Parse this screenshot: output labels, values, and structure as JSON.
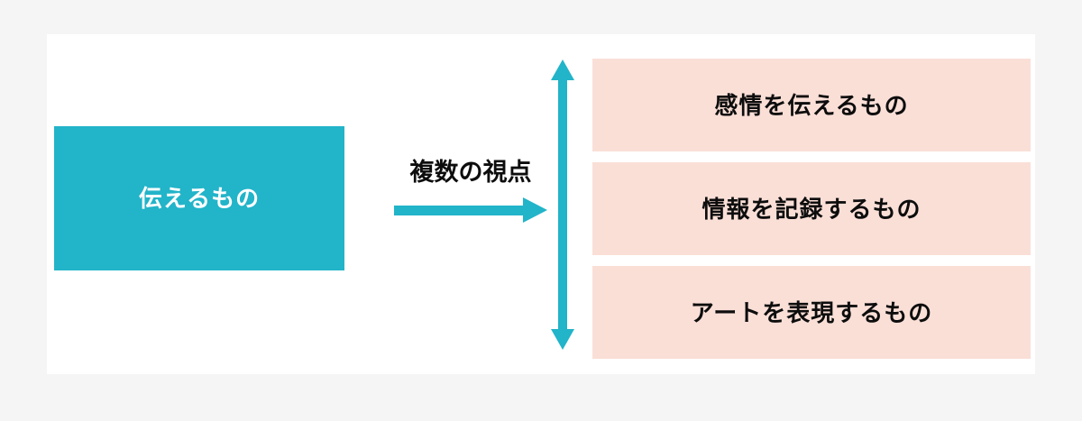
{
  "canvas": {
    "background_color": "#f5f5f5",
    "card_background_color": "#ffffff"
  },
  "diagram": {
    "type": "concept-breakdown",
    "accent_color": "#22b4c9",
    "outcome_color": "#fadfd7",
    "source": {
      "label": "伝えるもの",
      "text_color": "#ffffff",
      "fill_color": "#22b4c9"
    },
    "connector": {
      "label": "複数の視点",
      "arrow_direction": "right",
      "arrow_color": "#22b4c9"
    },
    "bracket": {
      "name": "vertical-double-arrow",
      "arrow_color": "#22b4c9",
      "direction": "both"
    },
    "outcomes": [
      {
        "label": "感情を伝えるもの"
      },
      {
        "label": "情報を記録するもの"
      },
      {
        "label": "アートを表現するもの"
      }
    ]
  }
}
